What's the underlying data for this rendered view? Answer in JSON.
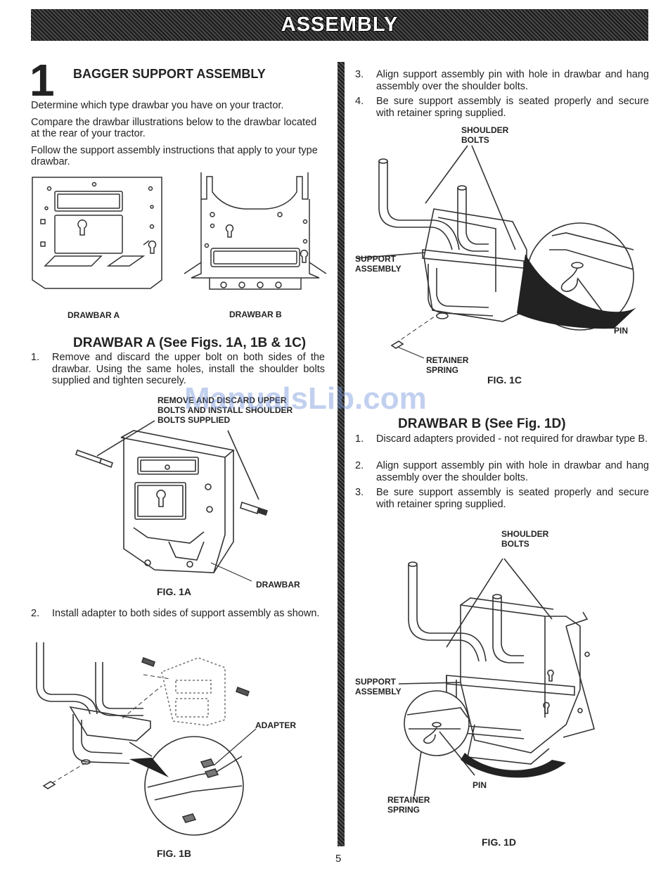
{
  "header": {
    "title": "ASSEMBLY"
  },
  "step": {
    "number": "1",
    "title": "BAGGER SUPPORT ASSEMBLY"
  },
  "intro": [
    "Determine which type drawbar you have on your tractor.",
    "Compare the drawbar illustrations below to the drawbar located at the rear of your tractor.",
    "Follow the support assembly instructions that apply to your type drawbar."
  ],
  "drawbar_labels": {
    "a": "DRAWBAR A",
    "b": "DRAWBAR B"
  },
  "drawbar_a": {
    "heading": "DRAWBAR A (See Figs. 1A, 1B & 1C)",
    "steps": [
      {
        "n": "1.",
        "text": "Remove and discard the upper bolt on both sides of the drawbar. Using the same holes, install the shoulder bolts supplied and tighten securely."
      },
      {
        "n": "2.",
        "text": "Install adapter to both sides of support assembly as shown."
      },
      {
        "n": "3.",
        "text": "Align support assembly pin with hole in drawbar and hang assembly over the shoulder bolts."
      },
      {
        "n": "4.",
        "text": "Be sure support assembly is seated properly and secure with retainer spring supplied."
      }
    ],
    "fig1a": {
      "callout": "REMOVE AND DISCARD UPPER BOLTS AND INSTALL SHOULDER BOLTS SUPPLIED",
      "drawbar": "DRAWBAR",
      "caption": "FIG. 1A"
    },
    "fig1b": {
      "adapter": "ADAPTER",
      "caption": "FIG. 1B"
    },
    "fig1c": {
      "shoulder_bolts": "SHOULDER BOLTS",
      "support_assembly": "SUPPORT ASSEMBLY",
      "pin": "PIN",
      "retainer_spring": "RETAINER SPRING",
      "caption": "FIG. 1C"
    }
  },
  "drawbar_b": {
    "heading": "DRAWBAR B (See Fig. 1D)",
    "steps": [
      {
        "n": "1.",
        "text": "Discard adapters provided - not required for drawbar type B."
      },
      {
        "n": "2.",
        "text": "Align support assembly pin with hole in drawbar and hang assembly over the shoulder bolts."
      },
      {
        "n": "3.",
        "text": "Be sure support assembly is seated properly and secure with retainer spring supplied."
      }
    ],
    "fig1d": {
      "shoulder_bolts": "SHOULDER BOLTS",
      "support_assembly": "SUPPORT ASSEMBLY",
      "pin": "PIN",
      "retainer_spring": "RETAINER SPRING",
      "caption": "FIG. 1D"
    }
  },
  "watermark": "ManualsLib.com",
  "page_number": "5"
}
